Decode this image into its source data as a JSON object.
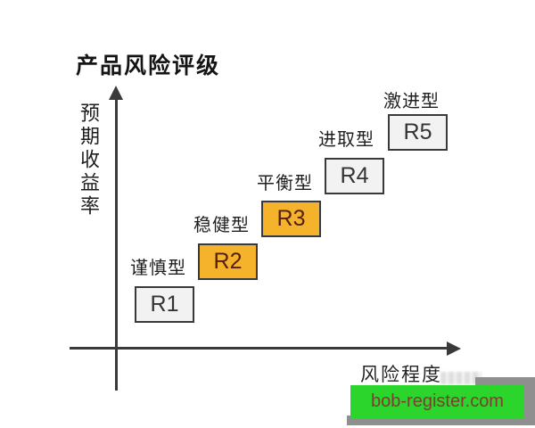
{
  "title": "产品风险评级",
  "chart": {
    "y_axis_label": "预期收益率",
    "x_axis_label": "风险程度",
    "levels": [
      {
        "code": "R1",
        "type_label": "谨慎型",
        "highlighted": false
      },
      {
        "code": "R2",
        "type_label": "稳健型",
        "highlighted": true
      },
      {
        "code": "R3",
        "type_label": "平衡型",
        "highlighted": true
      },
      {
        "code": "R4",
        "type_label": "进取型",
        "highlighted": false
      },
      {
        "code": "R5",
        "type_label": "激进型",
        "highlighted": false
      }
    ]
  },
  "watermark": {
    "text": "bob-register.com"
  },
  "colors": {
    "highlight_fill": "#f5b32b",
    "normal_fill": "#f2f2f2",
    "box_border": "#3a3a3a",
    "axis": "#3a3a3a",
    "watermark_bg": "#2bd52b",
    "watermark_text": "#7f3c33",
    "banner_gray": "#8f8f8f"
  },
  "chart_data": {
    "type": "scatter",
    "title": "产品风险评级",
    "xlabel": "风险程度",
    "ylabel": "预期收益率",
    "axis_ticks": "none",
    "legend": "none",
    "points": [
      {
        "label": "R1",
        "category": "谨慎型",
        "risk_rank": 1,
        "return_rank": 1,
        "highlighted": false
      },
      {
        "label": "R2",
        "category": "稳健型",
        "risk_rank": 2,
        "return_rank": 2,
        "highlighted": true
      },
      {
        "label": "R3",
        "category": "平衡型",
        "risk_rank": 3,
        "return_rank": 3,
        "highlighted": true
      },
      {
        "label": "R4",
        "category": "进取型",
        "risk_rank": 4,
        "return_rank": 4,
        "highlighted": false
      },
      {
        "label": "R5",
        "category": "激进型",
        "risk_rank": 5,
        "return_rank": 5,
        "highlighted": false
      }
    ]
  }
}
